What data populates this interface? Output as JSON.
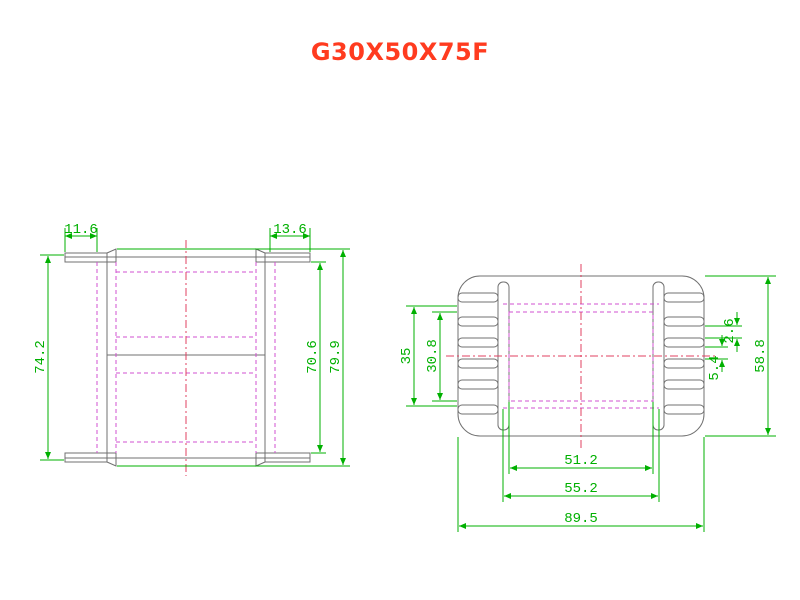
{
  "title": "G30X50X75F",
  "colors": {
    "title": "#ff3b1f",
    "dimension": "#00b000",
    "outline": "#707070",
    "hidden_line": "#d050d0",
    "center_line": "#e04060"
  },
  "side_view": {
    "dims": {
      "flange_left": "11.6",
      "flange_right": "13.6",
      "overall_height": "74.2",
      "inner_height": "70.6",
      "outer_height": "79.9"
    }
  },
  "front_view": {
    "dims": {
      "outer_slot": "35",
      "inner_slot": "30.8",
      "fin_pitch": "2.6",
      "fin_gap": "5.4",
      "overall_height": "58.8",
      "inner_width": "51.2",
      "mid_width": "55.2",
      "overall_width": "89.5"
    }
  }
}
